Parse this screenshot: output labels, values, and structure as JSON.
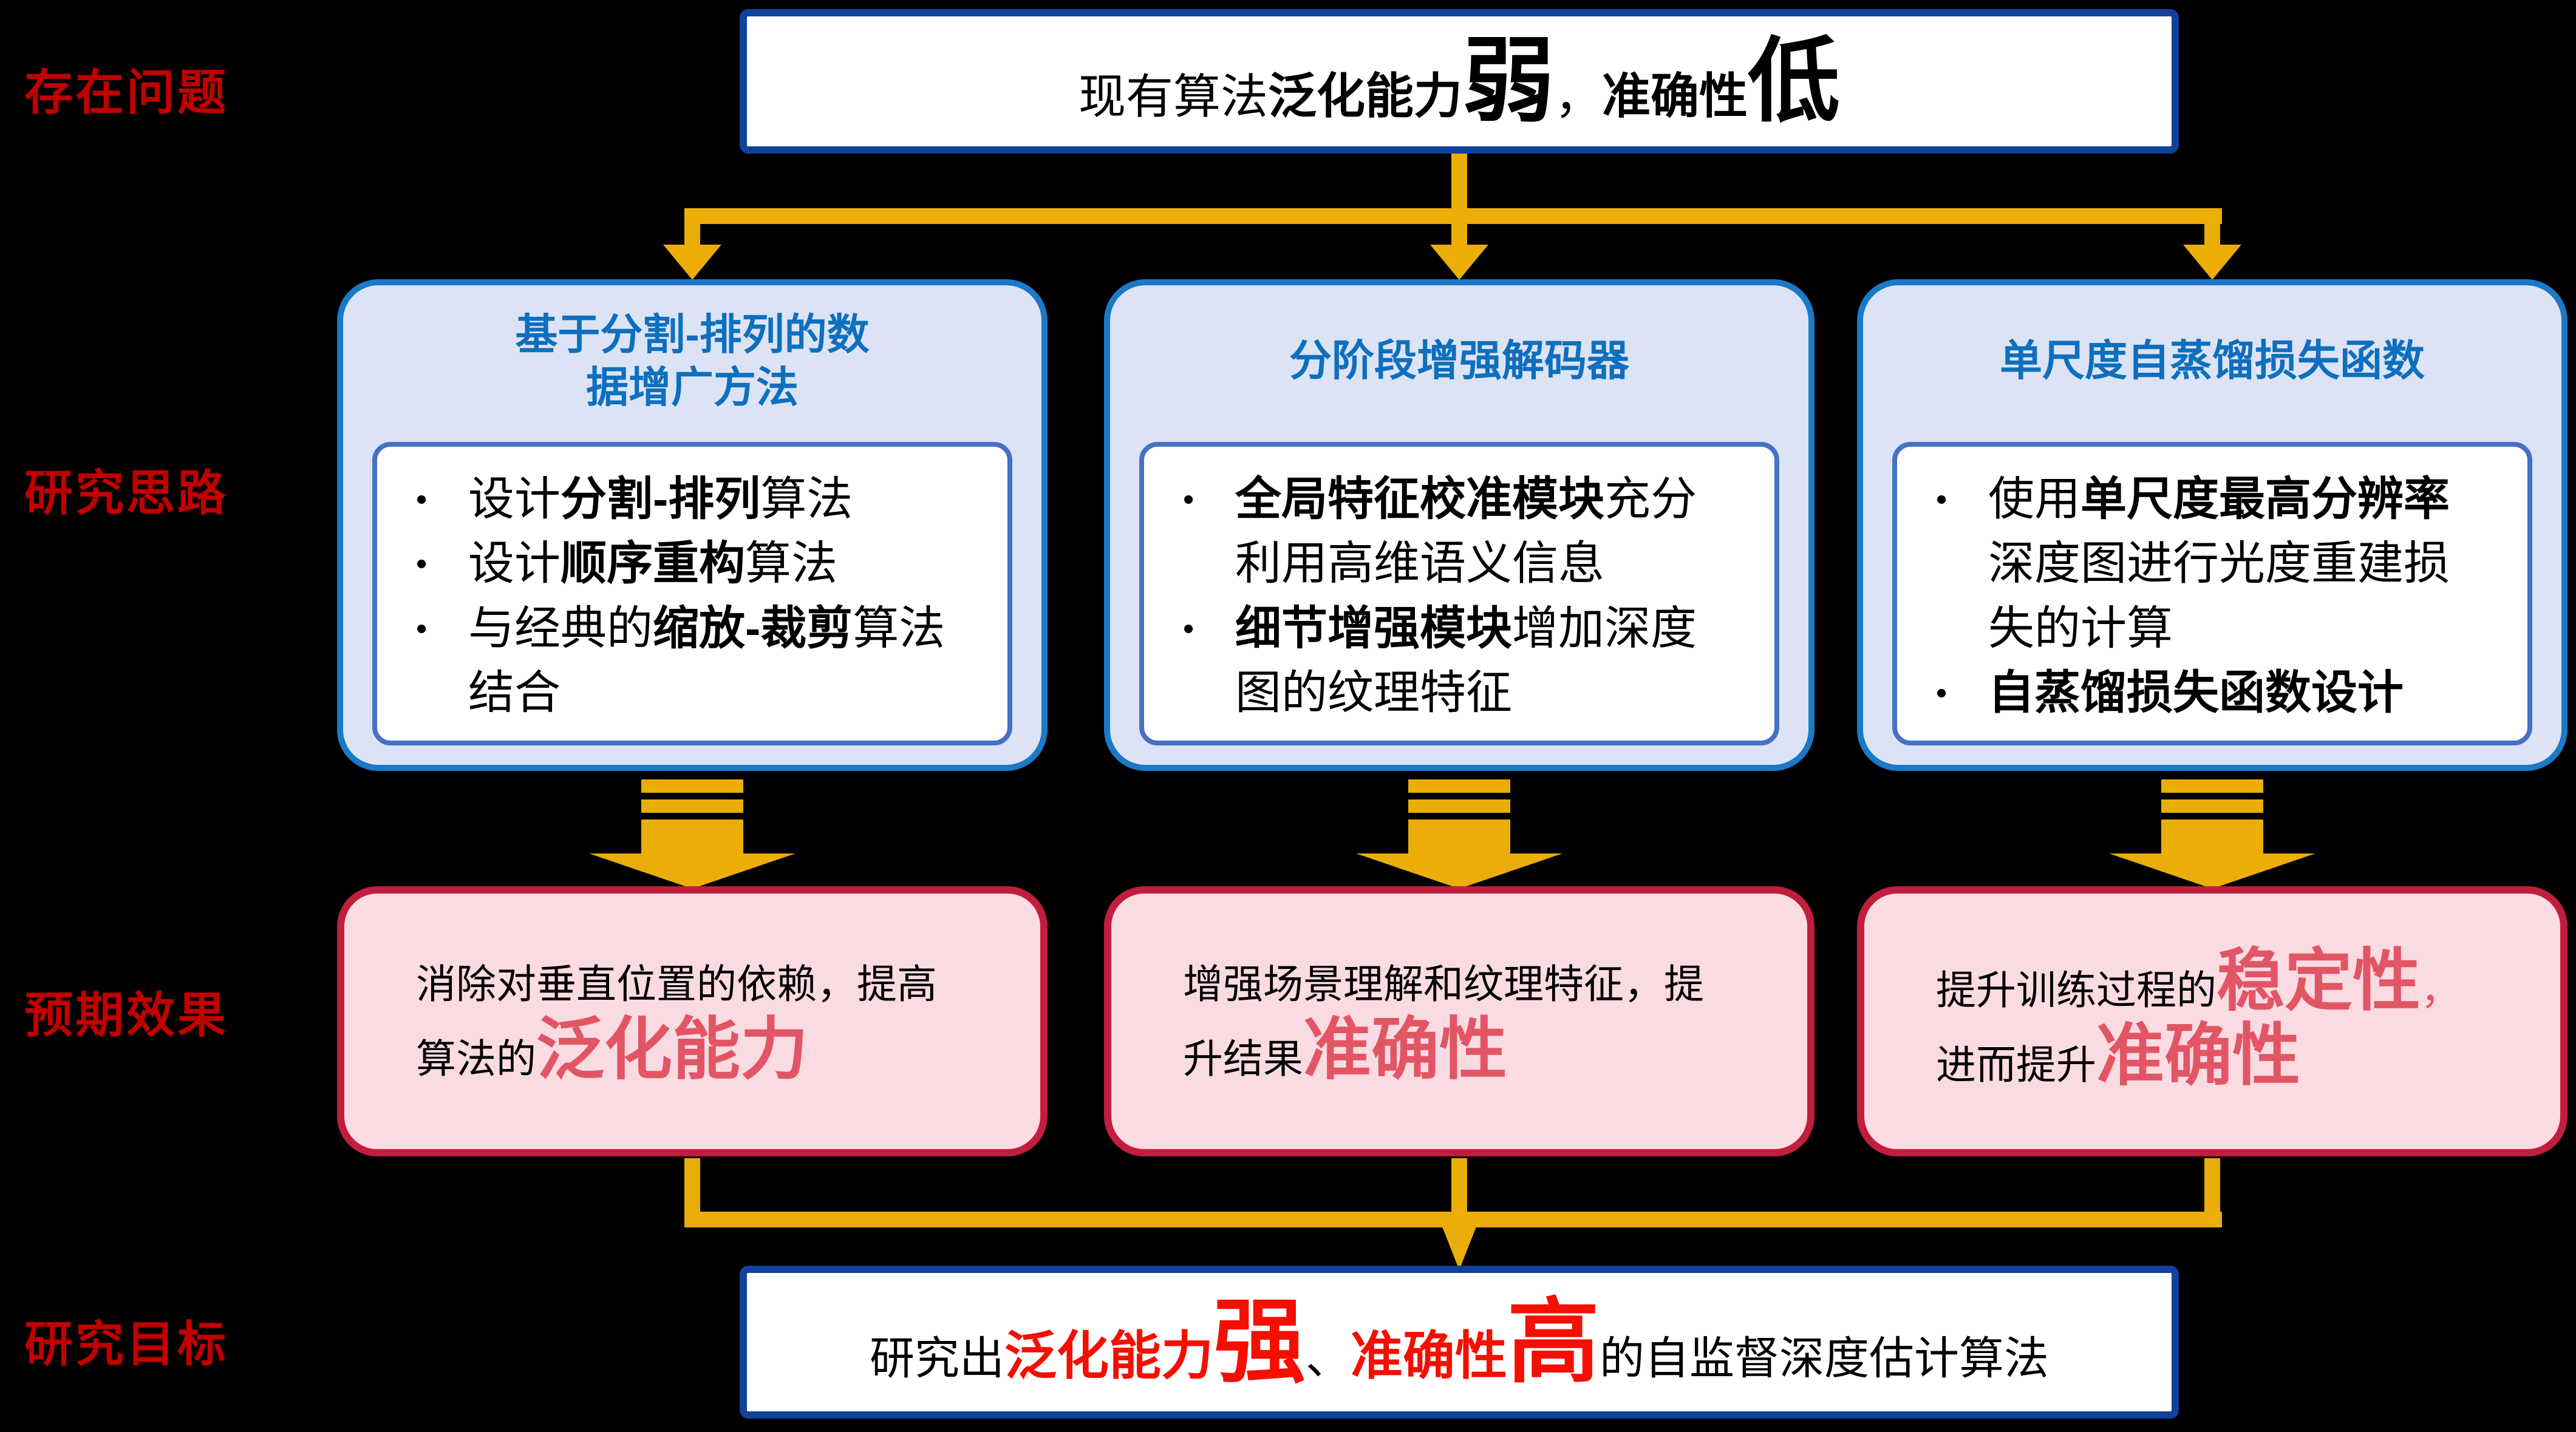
{
  "colors": {
    "background": "#000000",
    "gold_connector": "#EBAD08",
    "navy_border": "#11419B",
    "column_border": "#1B79C6",
    "column_bg": "#DCE3F5",
    "inner_border": "#4472C4",
    "title_blue": "#0E6FBE",
    "pink_bg": "#FADBE2",
    "pink_border": "#C01E3C",
    "rose_emphasis": "#E25565",
    "label_red": "#C00000",
    "bright_red": "#F40F00"
  },
  "row_labels": {
    "problem": "存在问题",
    "approach": "研究思路",
    "effect": "预期效果",
    "goal": "研究目标"
  },
  "problem_box": {
    "pre": "现有算法",
    "bold1": "泛化能力",
    "big1": "弱",
    "comma": "，",
    "bold2": "准确性",
    "big2": "低"
  },
  "columns": [
    {
      "title": "基于分割-排列的数据增广方法",
      "bullets": [
        {
          "pre": "设计",
          "bold": "分割-排列",
          "post": "算法"
        },
        {
          "pre": "设计",
          "bold": "顺序重构",
          "post": "算法"
        },
        {
          "pre": "与经典的",
          "bold": "缩放-裁剪",
          "post": "算法结合"
        }
      ],
      "effect": {
        "pre": "消除对垂直位置的依赖，提高算法的",
        "big": "泛化能力",
        "comma": "",
        "mid": "",
        "big2": ""
      }
    },
    {
      "title": "分阶段增强解码器",
      "bullets": [
        {
          "pre": "",
          "bold": "全局特征校准模块",
          "post": "充分利用高维语义信息"
        },
        {
          "pre": "",
          "bold": "细节增强模块",
          "post": "增加深度图的纹理特征"
        }
      ],
      "effect": {
        "pre": "增强场景理解和纹理特征，提升结果",
        "big": "准确性",
        "comma": "",
        "mid": "",
        "big2": ""
      }
    },
    {
      "title": "单尺度自蒸馏损失函数",
      "bullets": [
        {
          "pre": "使用",
          "bold": "单尺度最高分辨率",
          "post": "深度图进行光度重建损失的计算"
        },
        {
          "pre": "",
          "bold": "自蒸馏损失函数设计",
          "post": ""
        }
      ],
      "effect": {
        "pre": "提升训练过程的",
        "big": "稳定性",
        "comma": "，",
        "mid": "进而提升",
        "big2": "准确性"
      }
    }
  ],
  "goal_box": {
    "pre": "研究出",
    "red1": "泛化能力",
    "big1": "强",
    "dun": "、",
    "red2": "准确性",
    "big2": "高",
    "post": "的自监督深度估计算法"
  }
}
